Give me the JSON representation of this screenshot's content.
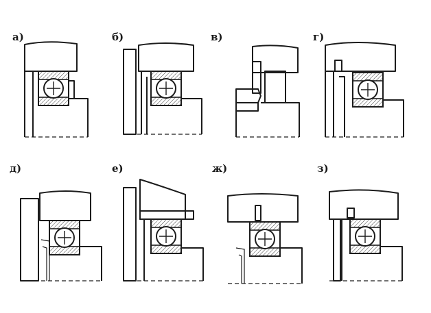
{
  "figure": {
    "panels": [
      {
        "label": "а)"
      },
      {
        "label": "б)"
      },
      {
        "label": "в)"
      },
      {
        "label": "г)"
      },
      {
        "label": "д)"
      },
      {
        "label": "е)"
      },
      {
        "label": "ж)"
      },
      {
        "label": "з)"
      }
    ]
  }
}
